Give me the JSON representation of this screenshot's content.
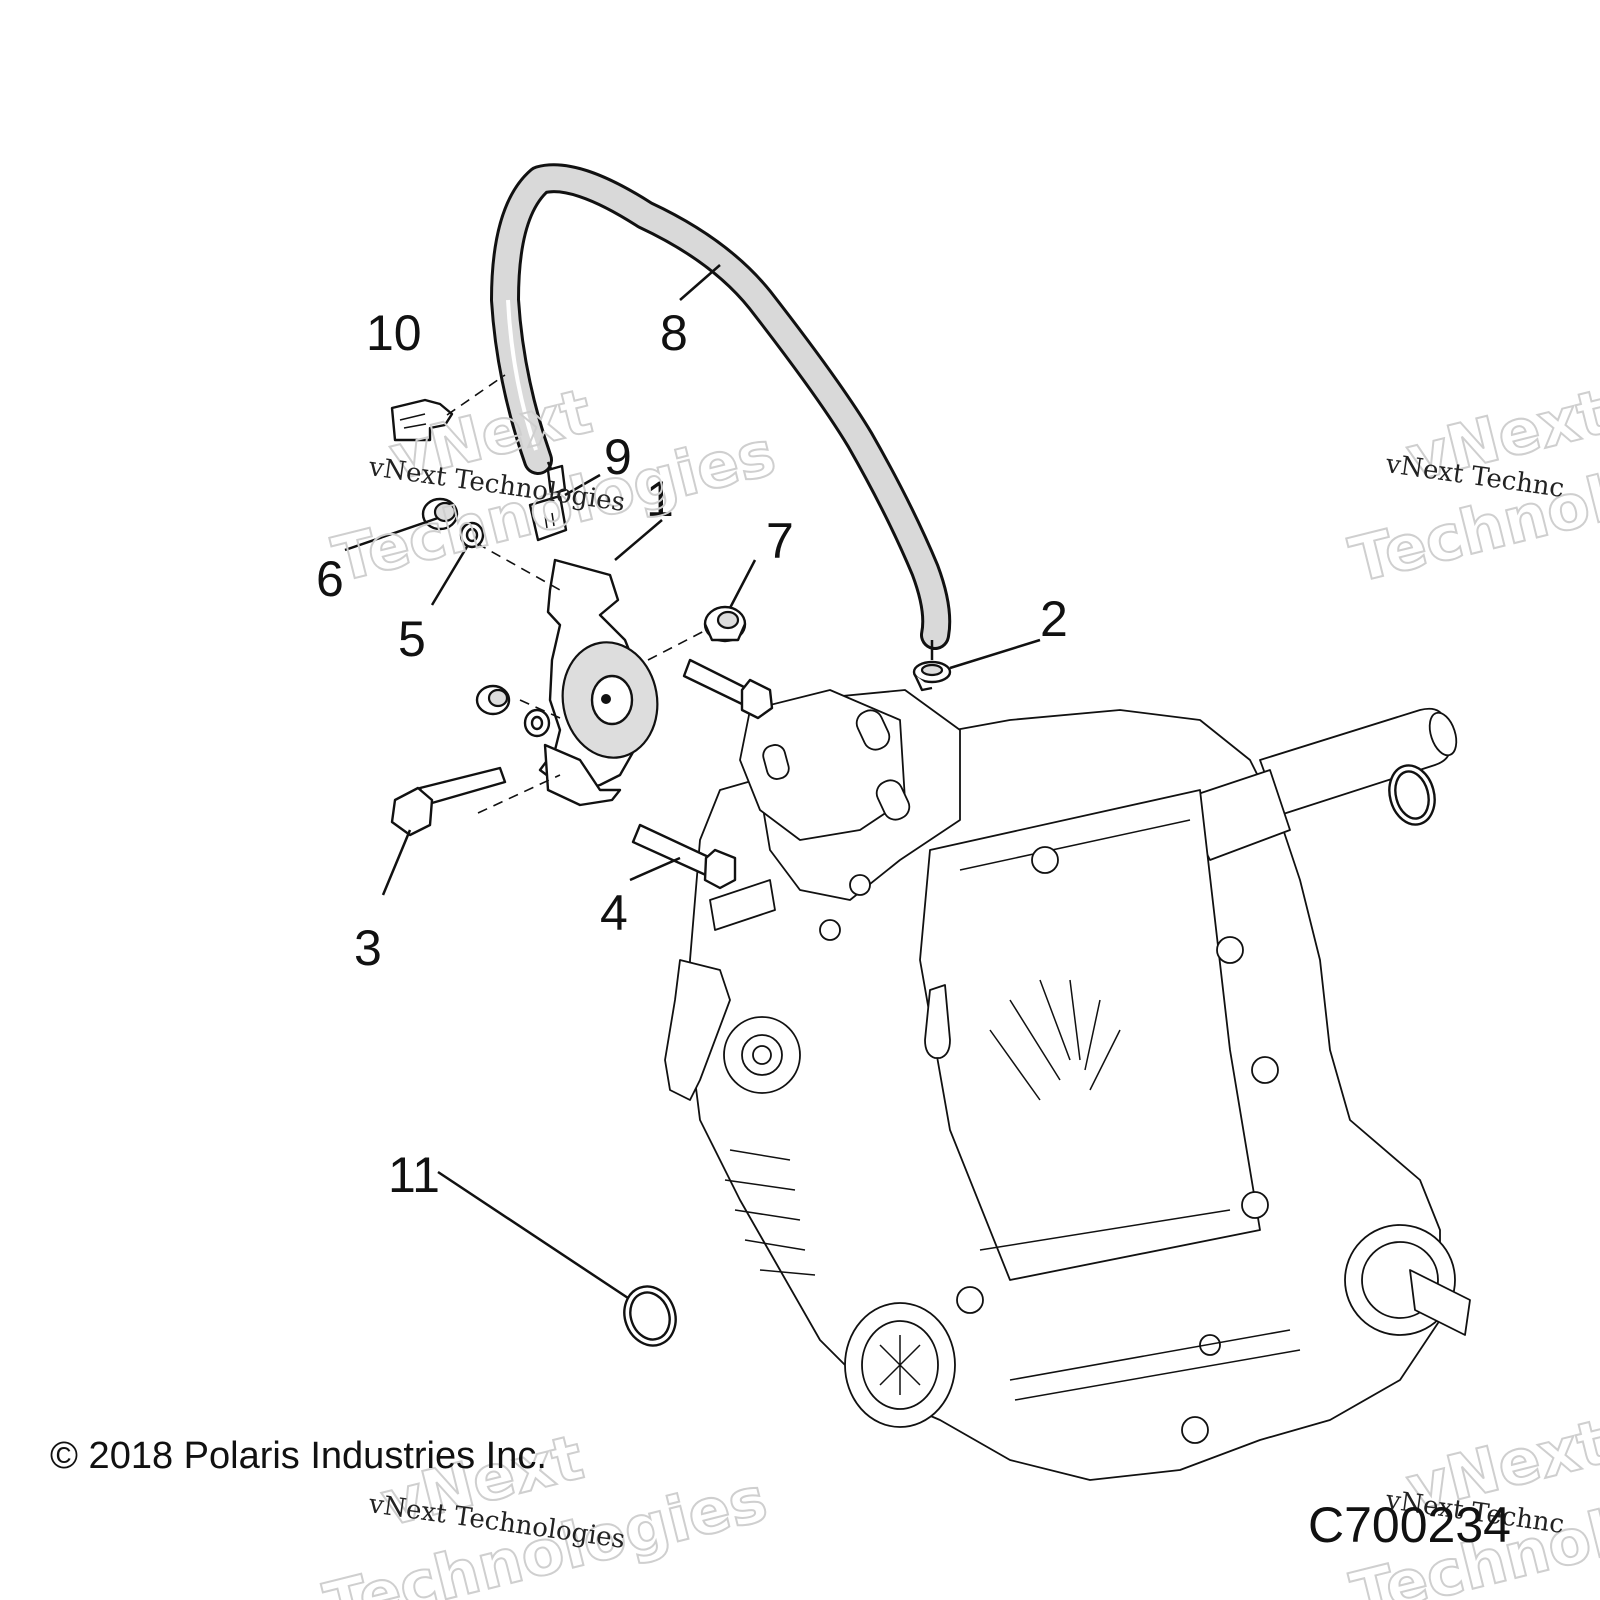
{
  "figure": {
    "copyright": "© 2018 Polaris Industries Inc.",
    "drawing_number": "C700234"
  },
  "callouts": [
    {
      "id": "1",
      "label": "1"
    },
    {
      "id": "2",
      "label": "2"
    },
    {
      "id": "3",
      "label": "3"
    },
    {
      "id": "4",
      "label": "4"
    },
    {
      "id": "5",
      "label": "5"
    },
    {
      "id": "6",
      "label": "6"
    },
    {
      "id": "7",
      "label": "7"
    },
    {
      "id": "8",
      "label": "8"
    },
    {
      "id": "9",
      "label": "9"
    },
    {
      "id": "10",
      "label": "10"
    },
    {
      "id": "11",
      "label": "11"
    }
  ],
  "watermark": {
    "line1": "vNext",
    "line2": "Technologies",
    "small": "vNext Technologies",
    "small_cut": "vNext Technc",
    "big_cut": "Technolc",
    "line1_cut": "vNext"
  }
}
